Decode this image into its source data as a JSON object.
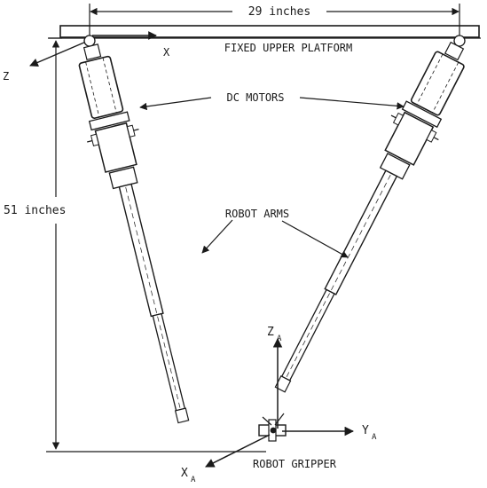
{
  "labels": {
    "top_width": "29 inches",
    "platform": "FIXED UPPER PLATFORM",
    "motors": "DC MOTORS",
    "height": "51 inches",
    "arms": "ROBOT ARMS",
    "gripper": "ROBOT GRIPPER",
    "axis_x": "X",
    "axis_z": "Z",
    "axis_za": "Z",
    "axis_za_sub": "A",
    "axis_ya": "Y",
    "axis_ya_sub": "A",
    "axis_xa": "X",
    "axis_xa_sub": "A"
  },
  "colors": {
    "ink": "#1a1a1a",
    "paper": "#ffffff"
  }
}
